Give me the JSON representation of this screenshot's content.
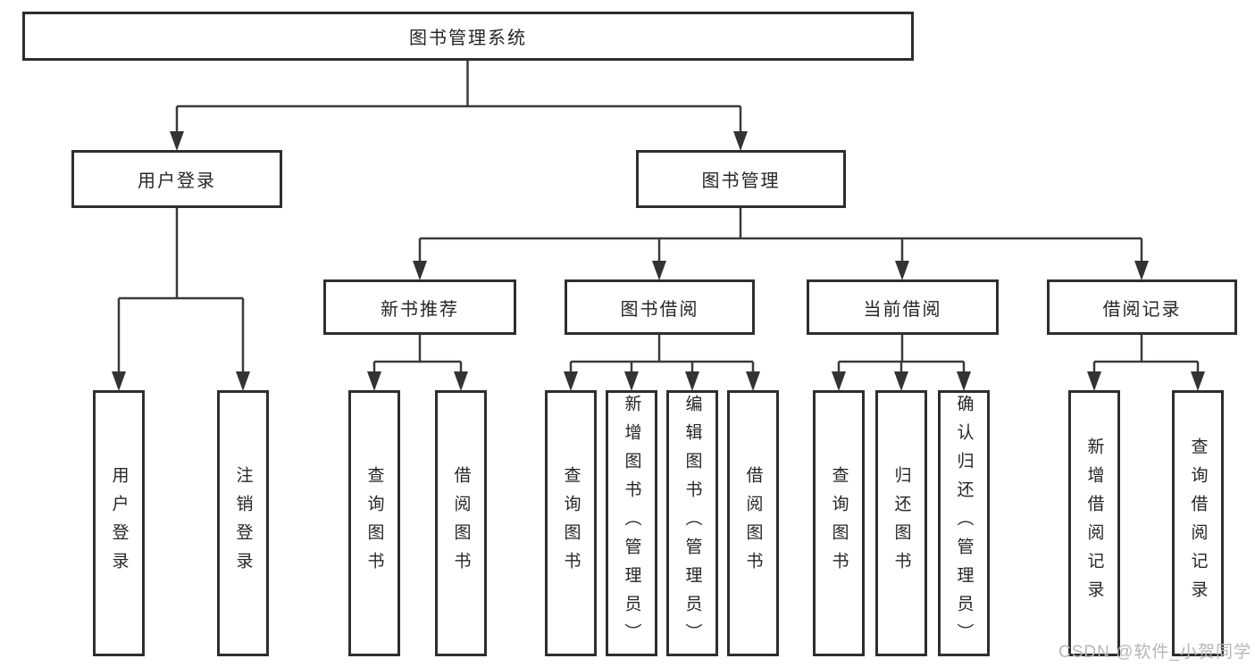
{
  "tree": {
    "root": {
      "label": "图书管理系统",
      "children": [
        {
          "label": "用户登录",
          "children": [
            {
              "label": "用户登录"
            },
            {
              "label": "注销登录"
            }
          ]
        },
        {
          "label": "图书管理",
          "children": [
            {
              "label": "新书推荐",
              "children": [
                {
                  "label": "查询图书"
                },
                {
                  "label": "借阅图书"
                }
              ]
            },
            {
              "label": "图书借阅",
              "children": [
                {
                  "label": "查询图书"
                },
                {
                  "label": "新增图书（管理员）"
                },
                {
                  "label": "编辑图书（管理员）"
                },
                {
                  "label": "借阅图书"
                }
              ]
            },
            {
              "label": "当前借阅",
              "children": [
                {
                  "label": "查询图书"
                },
                {
                  "label": "归还图书"
                },
                {
                  "label": "确认归还（管理员）"
                }
              ]
            },
            {
              "label": "借阅记录",
              "children": [
                {
                  "label": "新增借阅记录"
                },
                {
                  "label": "查询借阅记录"
                }
              ]
            }
          ]
        }
      ]
    }
  },
  "watermark": {
    "text": "CSDN @软件_小贺同学"
  },
  "colors": {
    "line": "#3a3a3a",
    "border": "#2e2e2e",
    "text": "#262626",
    "background": "#ffffff",
    "watermark": "#b6b6bc"
  }
}
